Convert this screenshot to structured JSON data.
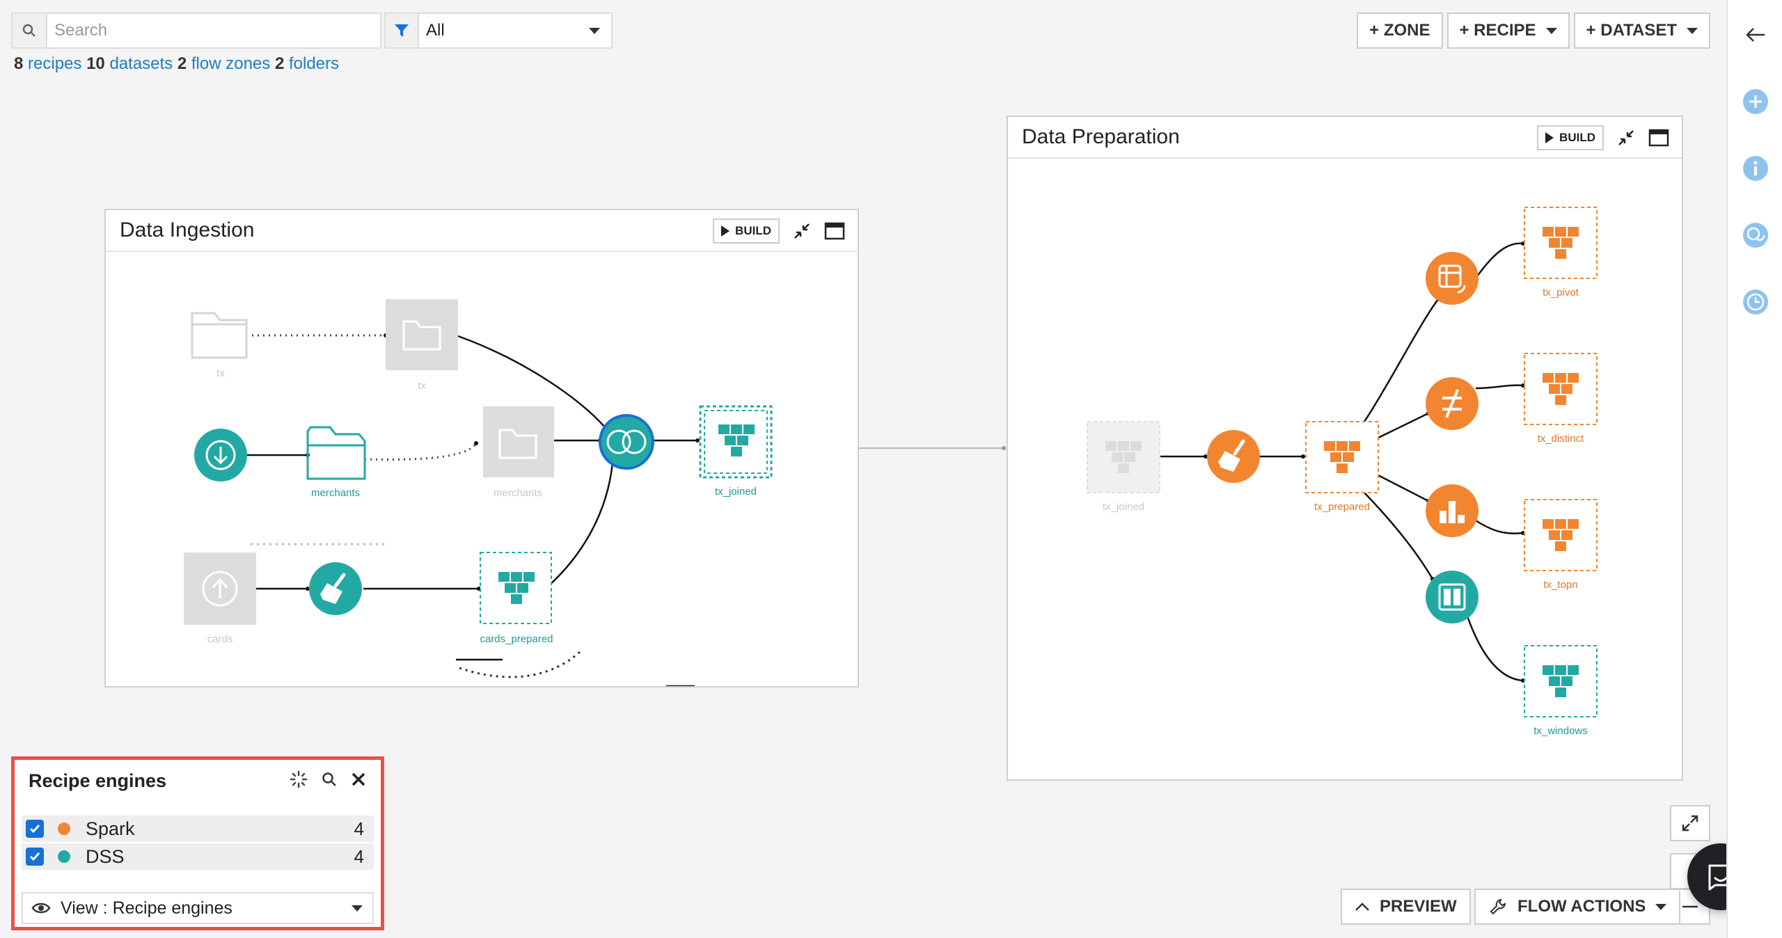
{
  "search": {
    "placeholder": "Search"
  },
  "filter": {
    "value": "All"
  },
  "summary": {
    "recipes_count": "8",
    "recipes_label": "recipes",
    "datasets_count": "10",
    "datasets_label": "datasets",
    "zones_count": "2",
    "zones_label": "flow zones",
    "folders_count": "2",
    "folders_label": "folders"
  },
  "toolbar": {
    "zone": "+ ZONE",
    "recipe": "+ RECIPE",
    "dataset": "+ DATASET"
  },
  "zones": {
    "ingestion": {
      "title": "Data Ingestion",
      "build": "BUILD",
      "labels": {
        "tx_folder": "tx",
        "tx_folder2": "tx",
        "merchants": "merchants",
        "merchants2": "merchants",
        "tx_joined": "tx_joined",
        "cards": "cards",
        "cards_prepared": "cards_prepared"
      }
    },
    "preparation": {
      "title": "Data Preparation",
      "build": "BUILD",
      "labels": {
        "tx_joined": "tx_joined",
        "tx_prepared": "tx_prepared",
        "tx_pivot": "tx_pivot",
        "tx_distinct": "tx_distinct",
        "tx_topn": "tx_topn",
        "tx_windows": "tx_windows"
      }
    }
  },
  "engines": {
    "title": "Recipe engines",
    "items": [
      {
        "name": "Spark",
        "count": "4",
        "color": "#f28530"
      },
      {
        "name": "DSS",
        "count": "4",
        "color": "#23a9a4"
      }
    ],
    "view": "View : Recipe engines"
  },
  "bottom": {
    "preview": "PREVIEW",
    "flow_actions": "FLOW ACTIONS"
  },
  "colors": {
    "spark": "#f28530",
    "dss": "#23a9a4",
    "link": "#1b7fc4",
    "highlight": "#e8514a"
  }
}
